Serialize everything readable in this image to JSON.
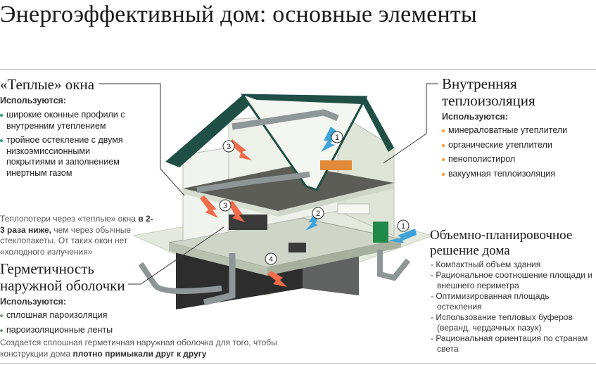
{
  "title": "Энергоэффективный дом: основные элементы",
  "windows": {
    "heading": "«Теплые» окна",
    "used_label": "Используются:",
    "items": [
      "широкие оконные профили с внутренним утеплением",
      "тройное остекление с двумя низкоэмиссионными покрытиями и заполнением инертным газом"
    ],
    "note_pre": "Теплопотери через «теплые» окна",
    "note_bold": "в 2-3 раза ниже,",
    "note_post": "чем через обычные стеклопакеты. От таких окон нет «холодного излучения»"
  },
  "insulation": {
    "heading_line1": "Внутренняя",
    "heading_line2": "теплоизоляция",
    "used_label": "Используются:",
    "items": [
      "минераловатные утеплители",
      "органические утеплители",
      "пенополистирол",
      "вакуумная теплоизоляция"
    ]
  },
  "layout": {
    "heading_line1": "Объемно-планировочное",
    "heading_line2": "решение дома",
    "items": [
      "- Компактный объем здания",
      "- Рациональное соотношение площади и внешнего периметра",
      "- Оптимизированная площадь остекления",
      "- Использование тепловых буферов (веранд, чердачных пазух)",
      "- Рациональная ориентация по странам света"
    ]
  },
  "airtight": {
    "heading_line1": "Герметичность",
    "heading_line2": "наружной оболочки",
    "used_label": "Используются:",
    "items": [
      "сплошная пароизоляция",
      "пароизоляционные ленты"
    ],
    "note_pre": "Создается сплошная герметичная наружная оболочка для того, чтобы конструкции дома",
    "note_bold": "плотно примыкали друг к другу"
  },
  "markers": [
    "1",
    "1",
    "2",
    "3",
    "3",
    "4"
  ],
  "colors": {
    "roof": "#1f4f45",
    "ground": "#dfe6d6",
    "base": "#d6dccf",
    "arrow_hot": "#f26b4a",
    "arrow_cold": "#3fa3d8",
    "duct": "#8f9698"
  }
}
